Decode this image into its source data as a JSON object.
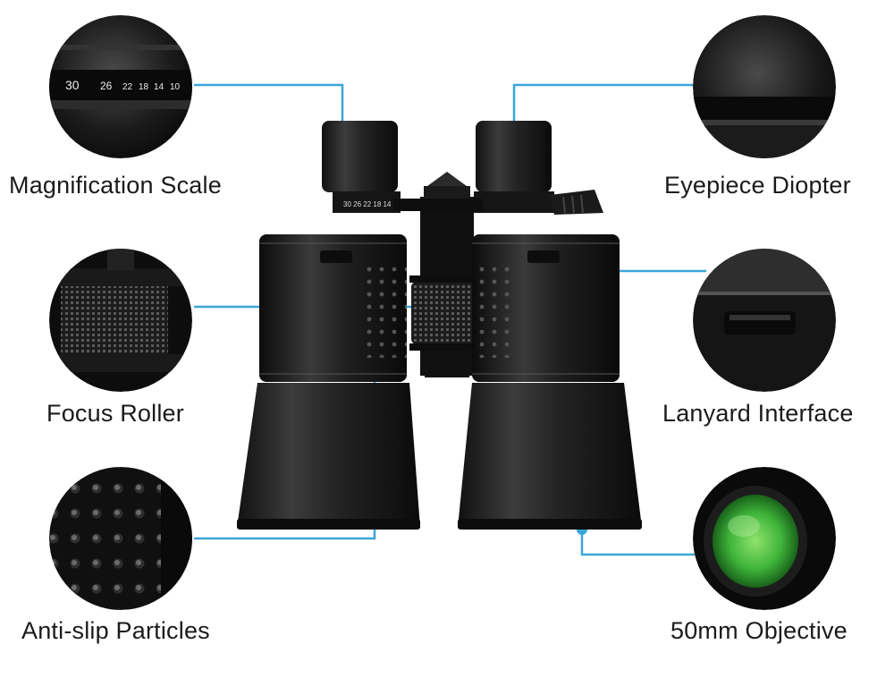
{
  "callouts": {
    "magnification_scale": "Magnification Scale",
    "focus_roller": "Focus Roller",
    "anti_slip": "Anti-slip Particles",
    "eyepiece_diopter": "Eyepiece Diopter",
    "lanyard_interface": "Lanyard Interface",
    "objective": "50mm Objective"
  },
  "zoom_scale": {
    "ticks": [
      "30",
      "26",
      "22",
      "18",
      "14",
      "10"
    ]
  },
  "colors": {
    "leader_line": "#3aa6d8",
    "body": "#141414",
    "lens_green": "#3fb43a"
  }
}
